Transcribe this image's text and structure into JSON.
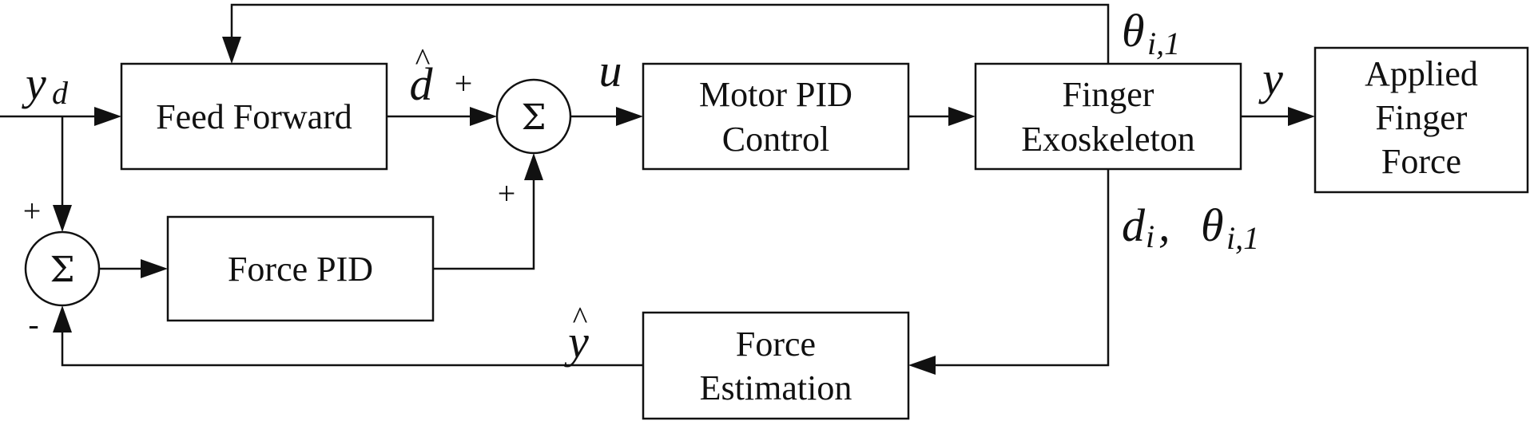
{
  "blocks": {
    "feed_forward": "Feed Forward",
    "motor_pid_line1": "Motor PID",
    "motor_pid_line2": "Control",
    "finger_exo_line1": "Finger",
    "finger_exo_line2": "Exoskeleton",
    "applied_force_line1": "Applied",
    "applied_force_line2": "Finger",
    "applied_force_line3": "Force",
    "force_pid": "Force PID",
    "force_estimation_line1": "Force",
    "force_estimation_line2": "Estimation"
  },
  "summing_junctions": {
    "symbol": "Σ",
    "top_plus_left": "+",
    "top_plus_bottom": "+",
    "bottom_plus": "+",
    "bottom_minus": "-"
  },
  "signals": {
    "yd_main": "y",
    "yd_sub": "d",
    "dhat_main": "d",
    "dhat_accent": "^",
    "u": "u",
    "theta_top_main": "θ",
    "theta_top_sub": "i,1",
    "y_out": "y",
    "di_main": "d",
    "di_sub": "i",
    "di_sep": ",",
    "theta_right_main": "θ",
    "theta_right_sub": "i,1",
    "yhat_main": "y",
    "yhat_accent": "^"
  }
}
